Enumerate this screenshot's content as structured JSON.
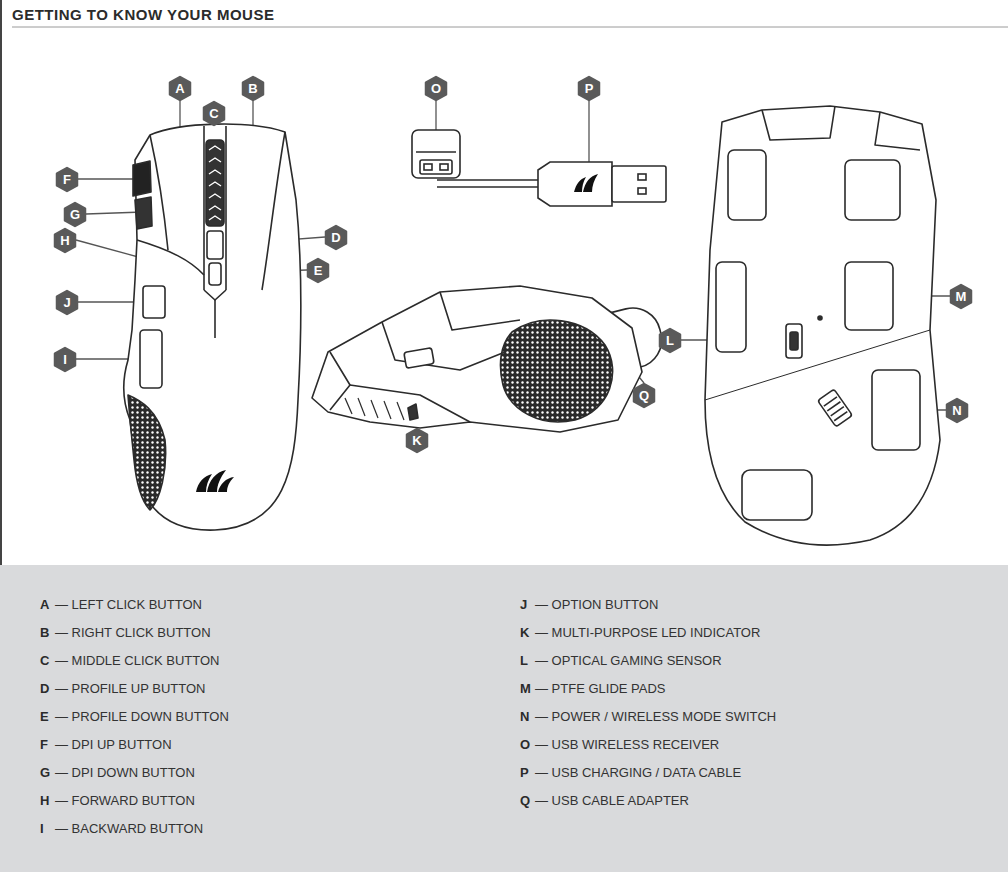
{
  "diagram": {
    "title": "GETTING TO KNOW YOUR MOUSE",
    "nodes": [
      {
        "text": [
          "A"
        ]
      },
      {
        "text": [
          "B"
        ]
      },
      {
        "text": [
          "O"
        ]
      },
      {
        "text": [
          "P"
        ]
      },
      {
        "text": [
          "C"
        ]
      },
      {
        "text": [
          "F"
        ]
      },
      {
        "text": [
          "G"
        ]
      },
      {
        "text": [
          "D"
        ]
      },
      {
        "text": [
          "H"
        ]
      },
      {
        "text": [
          "E"
        ]
      },
      {
        "text": [
          "J"
        ]
      },
      {
        "text": [
          "M"
        ]
      },
      {
        "text": [
          "L"
        ]
      },
      {
        "text": [
          "N"
        ]
      },
      {
        "text": [
          "Q"
        ]
      },
      {
        "text": [
          "I"
        ]
      },
      {
        "text": [
          "K"
        ]
      },
      {
        "text": [
          "A",
          "— LEFT CLICK BUTTON",
          "B",
          "— RIGHT CLICK BUTTON",
          "C",
          "— MIDDLE CLICK BUTTON",
          "D",
          "— PROFILE UP BUTTON",
          "E",
          "— PROFILE DOWN BUTTON",
          "F",
          "— DPI UP BUTTON",
          "G",
          "— DPI DOWN BUTTON",
          "H",
          "— FORWARD BUTTON",
          "I",
          "— BACKWARD BUTTON",
          "J",
          "— OPTION BUTTON",
          "K",
          "— MULTI-PURPOSE LED INDICATOR",
          "L",
          "— OPTICAL GAMING SENSOR",
          "M",
          "— PTFE GLIDE PADS",
          "N",
          "— POWER / WIRELESS MODE SWITCH",
          "O",
          "— USB WIRELESS RECEIVER",
          "P",
          "— USB CHARGING / DATA CABLE",
          "Q",
          "— USB CABLE ADAPTER"
        ]
      }
    ]
  }
}
